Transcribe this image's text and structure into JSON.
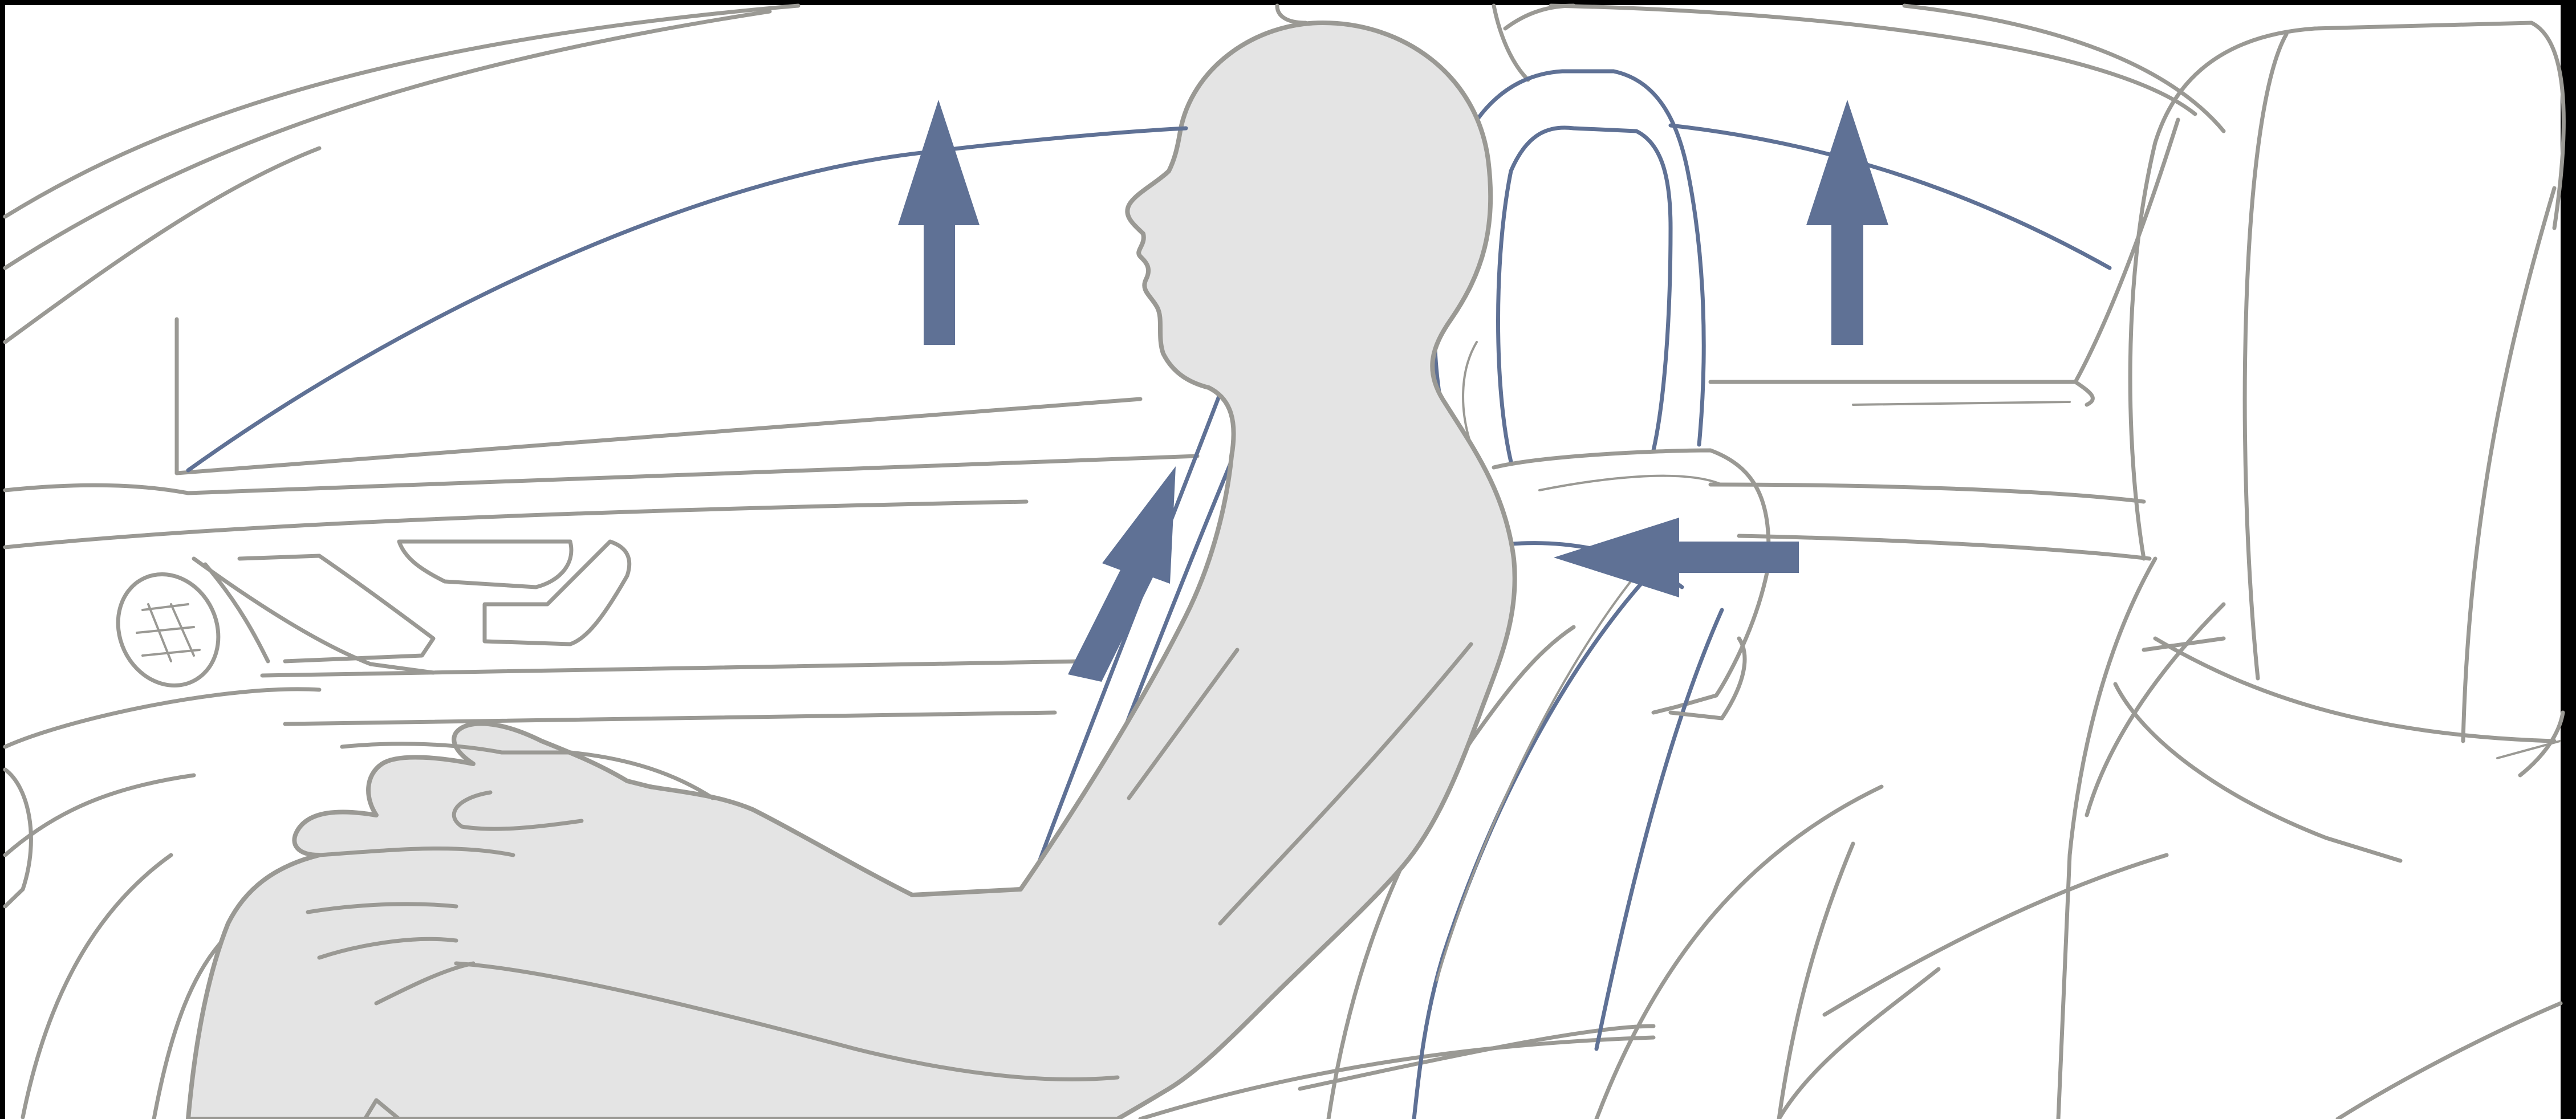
{
  "figure": {
    "background": "#ffffff",
    "frame_color": "#000000",
    "outline_color": "#9a9994",
    "figure_fill": "#e4e4e4",
    "accent_color": "#5f7195"
  },
  "arrows": [
    {
      "name": "upward-arrow-front",
      "direction": "up"
    },
    {
      "name": "upward-arrow-rear",
      "direction": "up"
    },
    {
      "name": "belt-arrow",
      "direction": "up-right"
    },
    {
      "name": "lateral-arrow",
      "direction": "left"
    }
  ]
}
